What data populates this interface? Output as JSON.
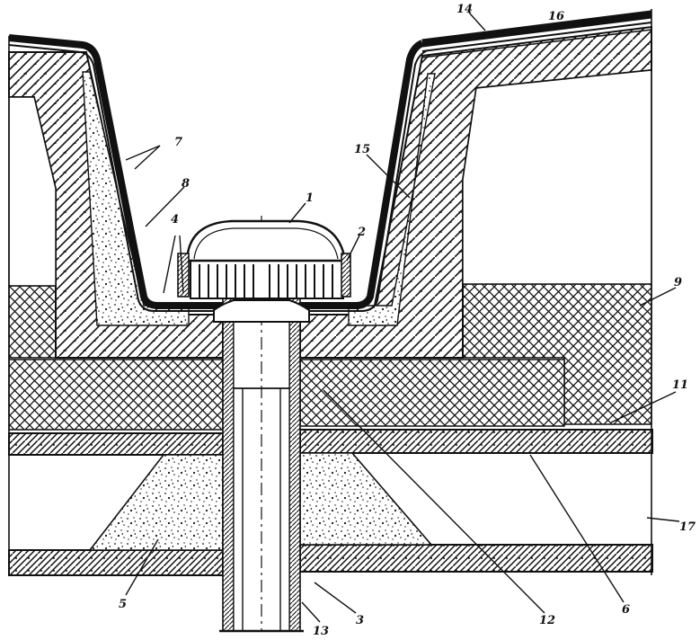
{
  "labels": {
    "l1": "1",
    "l2": "2",
    "l3": "3",
    "l4": "4",
    "l5": "5",
    "l6": "6",
    "l7": "7",
    "l8": "8",
    "l9": "9",
    "l11": "11",
    "l12": "12",
    "l13": "13",
    "l14": "14",
    "l15": "15",
    "l16": "16",
    "l17": "17"
  },
  "colors": {
    "ink": "#111111",
    "paper": "#ffffff"
  }
}
